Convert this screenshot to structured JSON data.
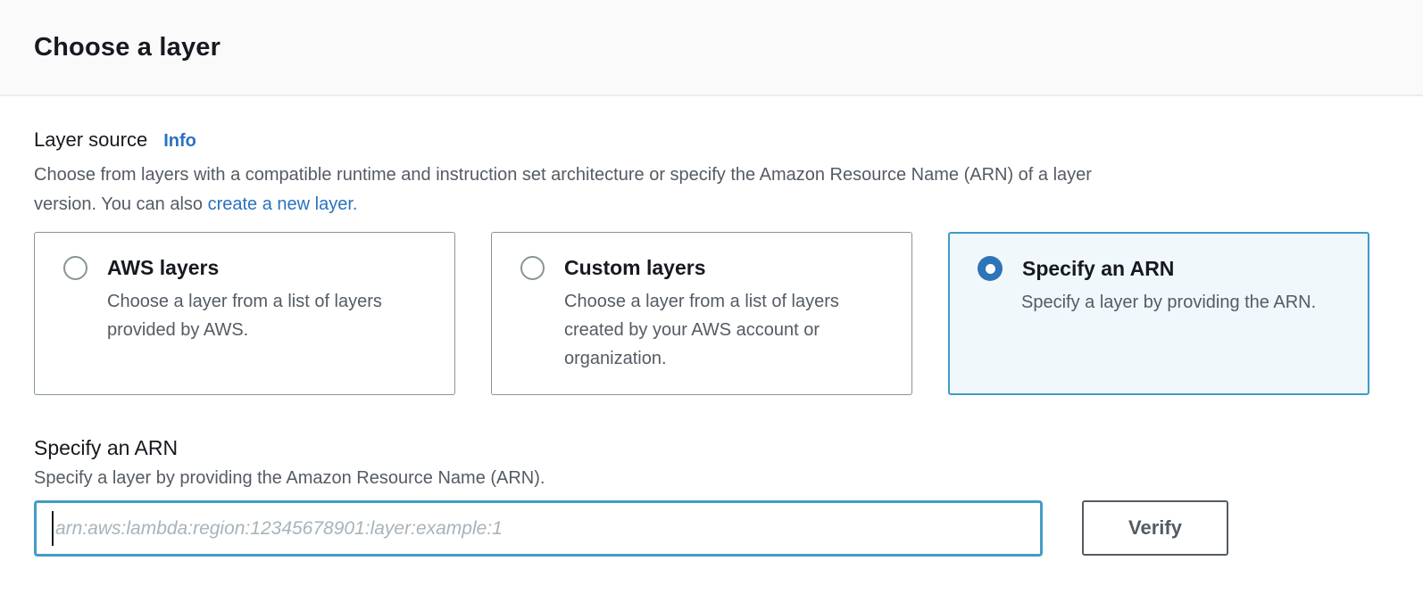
{
  "header": {
    "title": "Choose a layer"
  },
  "layer_source": {
    "label": "Layer source",
    "info_link": "Info",
    "description_line1": "Choose from layers with a compatible runtime and instruction set architecture or specify the Amazon Resource Name (ARN) of a layer",
    "description_line2_prefix": "version. You can also ",
    "create_layer_link": "create a new layer.",
    "options": [
      {
        "title": "AWS layers",
        "description": "Choose a layer from a list of layers provided by AWS.",
        "selected": false
      },
      {
        "title": "Custom layers",
        "description": "Choose a layer from a list of layers created by your AWS account or organization.",
        "selected": false
      },
      {
        "title": "Specify an ARN",
        "description": "Specify a layer by providing the ARN.",
        "selected": true
      }
    ]
  },
  "arn_section": {
    "title": "Specify an ARN",
    "description": "Specify a layer by providing the Amazon Resource Name (ARN).",
    "input_value": "",
    "input_placeholder": "arn:aws:lambda:region:12345678901:layer:example:1",
    "verify_button_label": "Verify"
  },
  "icons": {
    "radio_checked": "radio-checked-icon",
    "radio_unchecked": "radio-unchecked-icon"
  },
  "colors": {
    "link_blue": "#2a72c0",
    "radio_selected_fill": "#2e74b8",
    "selected_tile_border": "#3f9bc5",
    "selected_tile_bg": "#f1f8fc",
    "input_focus_border": "#449cc4",
    "text_primary": "#16191f",
    "text_secondary": "#545b64",
    "header_bg": "#fafafa",
    "divider": "#eaeded",
    "tile_border": "#879596"
  }
}
